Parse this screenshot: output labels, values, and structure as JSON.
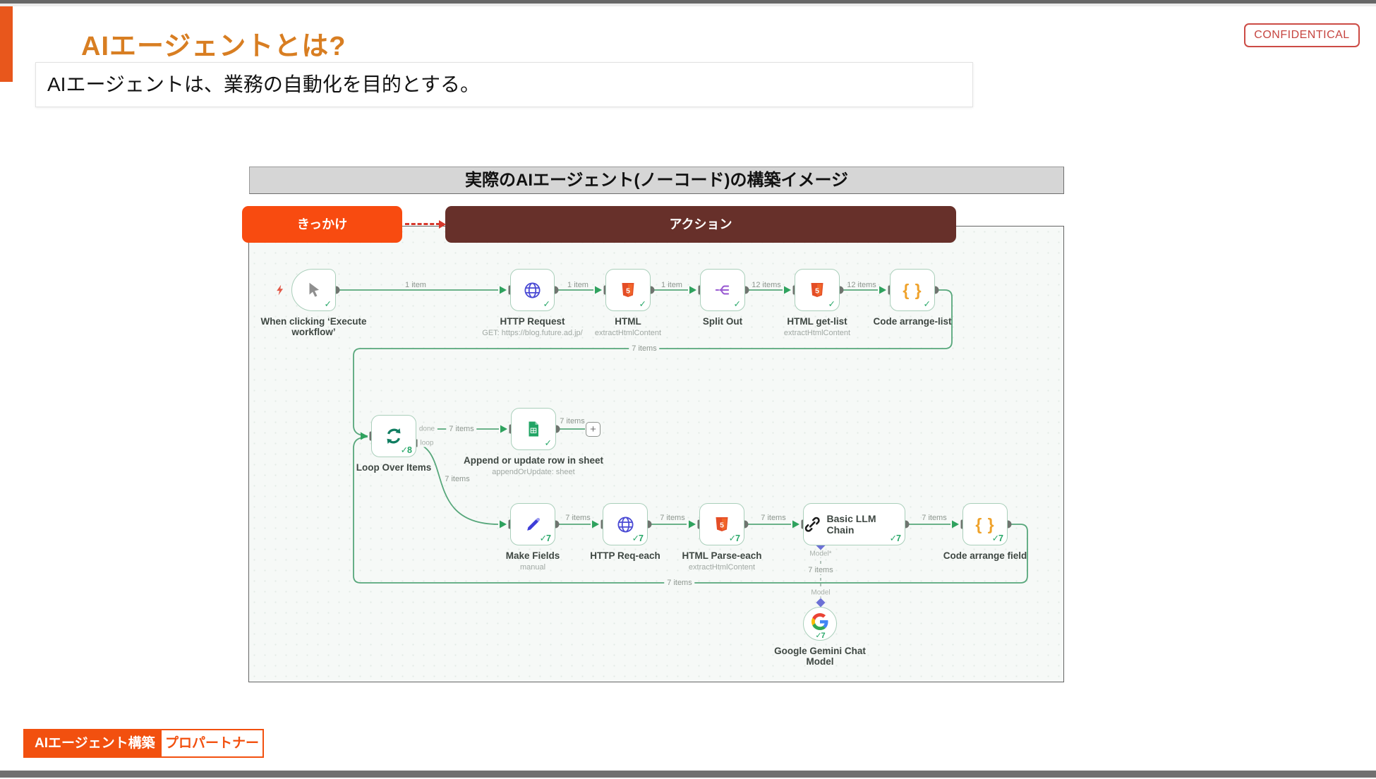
{
  "page": {
    "title": "AIエージェントとは?",
    "subtitle": "AIエージェントは、業務の自動化を目的とする。",
    "confidential": "CONFIDENTICAL"
  },
  "diagram": {
    "header": "実際のAIエージェント(ノーコード)の構築イメージ",
    "trigger_label": "きっかけ",
    "action_label": "アクション"
  },
  "workflow": {
    "nodes": [
      {
        "label": "When clicking ‘Execute workflow’",
        "sublabel": "",
        "badge": "✓"
      },
      {
        "label": "HTTP Request",
        "sublabel": "GET: https://blog.future.ad.jp/",
        "badge": "✓"
      },
      {
        "label": "HTML",
        "sublabel": "extractHtmlContent",
        "badge": "✓"
      },
      {
        "label": "Split Out",
        "sublabel": "",
        "badge": "✓"
      },
      {
        "label": "HTML get-list",
        "sublabel": "extractHtmlContent",
        "badge": "✓"
      },
      {
        "label": "Code arrange-list",
        "sublabel": "",
        "badge": "✓"
      },
      {
        "label": "Loop Over Items",
        "sublabel": "",
        "badge": "✓8"
      },
      {
        "label": "Append or update row in sheet",
        "sublabel": "appendOrUpdate: sheet",
        "badge": "✓"
      },
      {
        "label": "Make Fields",
        "sublabel": "manual",
        "badge": "✓7"
      },
      {
        "label": "HTTP Req-each",
        "sublabel": "",
        "badge": "✓7"
      },
      {
        "label": "HTML Parse-each",
        "sublabel": "extractHtmlContent",
        "badge": "✓7"
      },
      {
        "label": "Basic LLM Chain",
        "sublabel": "",
        "badge": "✓7"
      },
      {
        "label": "Code arrange field",
        "sublabel": "",
        "badge": "✓7"
      },
      {
        "label": "Google Gemini Chat Model",
        "sublabel": "",
        "badge": "✓7"
      }
    ],
    "edge_labels": [
      "1 item",
      "1 item",
      "1 item",
      "12 items",
      "12 items",
      "7 items",
      "7 items",
      "7 items",
      "7 items",
      "7 items",
      "7 items",
      "7 items",
      "7 items",
      "7 items",
      "7 items"
    ],
    "port_labels": {
      "done": "done",
      "loop": "loop",
      "model_req": "Model*",
      "model": "Model"
    },
    "plus": "+"
  },
  "footer": {
    "brand": "AIエージェント構築",
    "partner": "プロパートナー"
  },
  "colors": {
    "accent_orange": "#E8571C",
    "button_orange": "#F84B10",
    "action_maroon": "#67302A",
    "title_orange": "#D87E22",
    "confidential_red": "#CC4B45",
    "wire_green": "#57A77B",
    "node_border_green": "#AACFBB",
    "footer_orange": "#F2500F"
  }
}
